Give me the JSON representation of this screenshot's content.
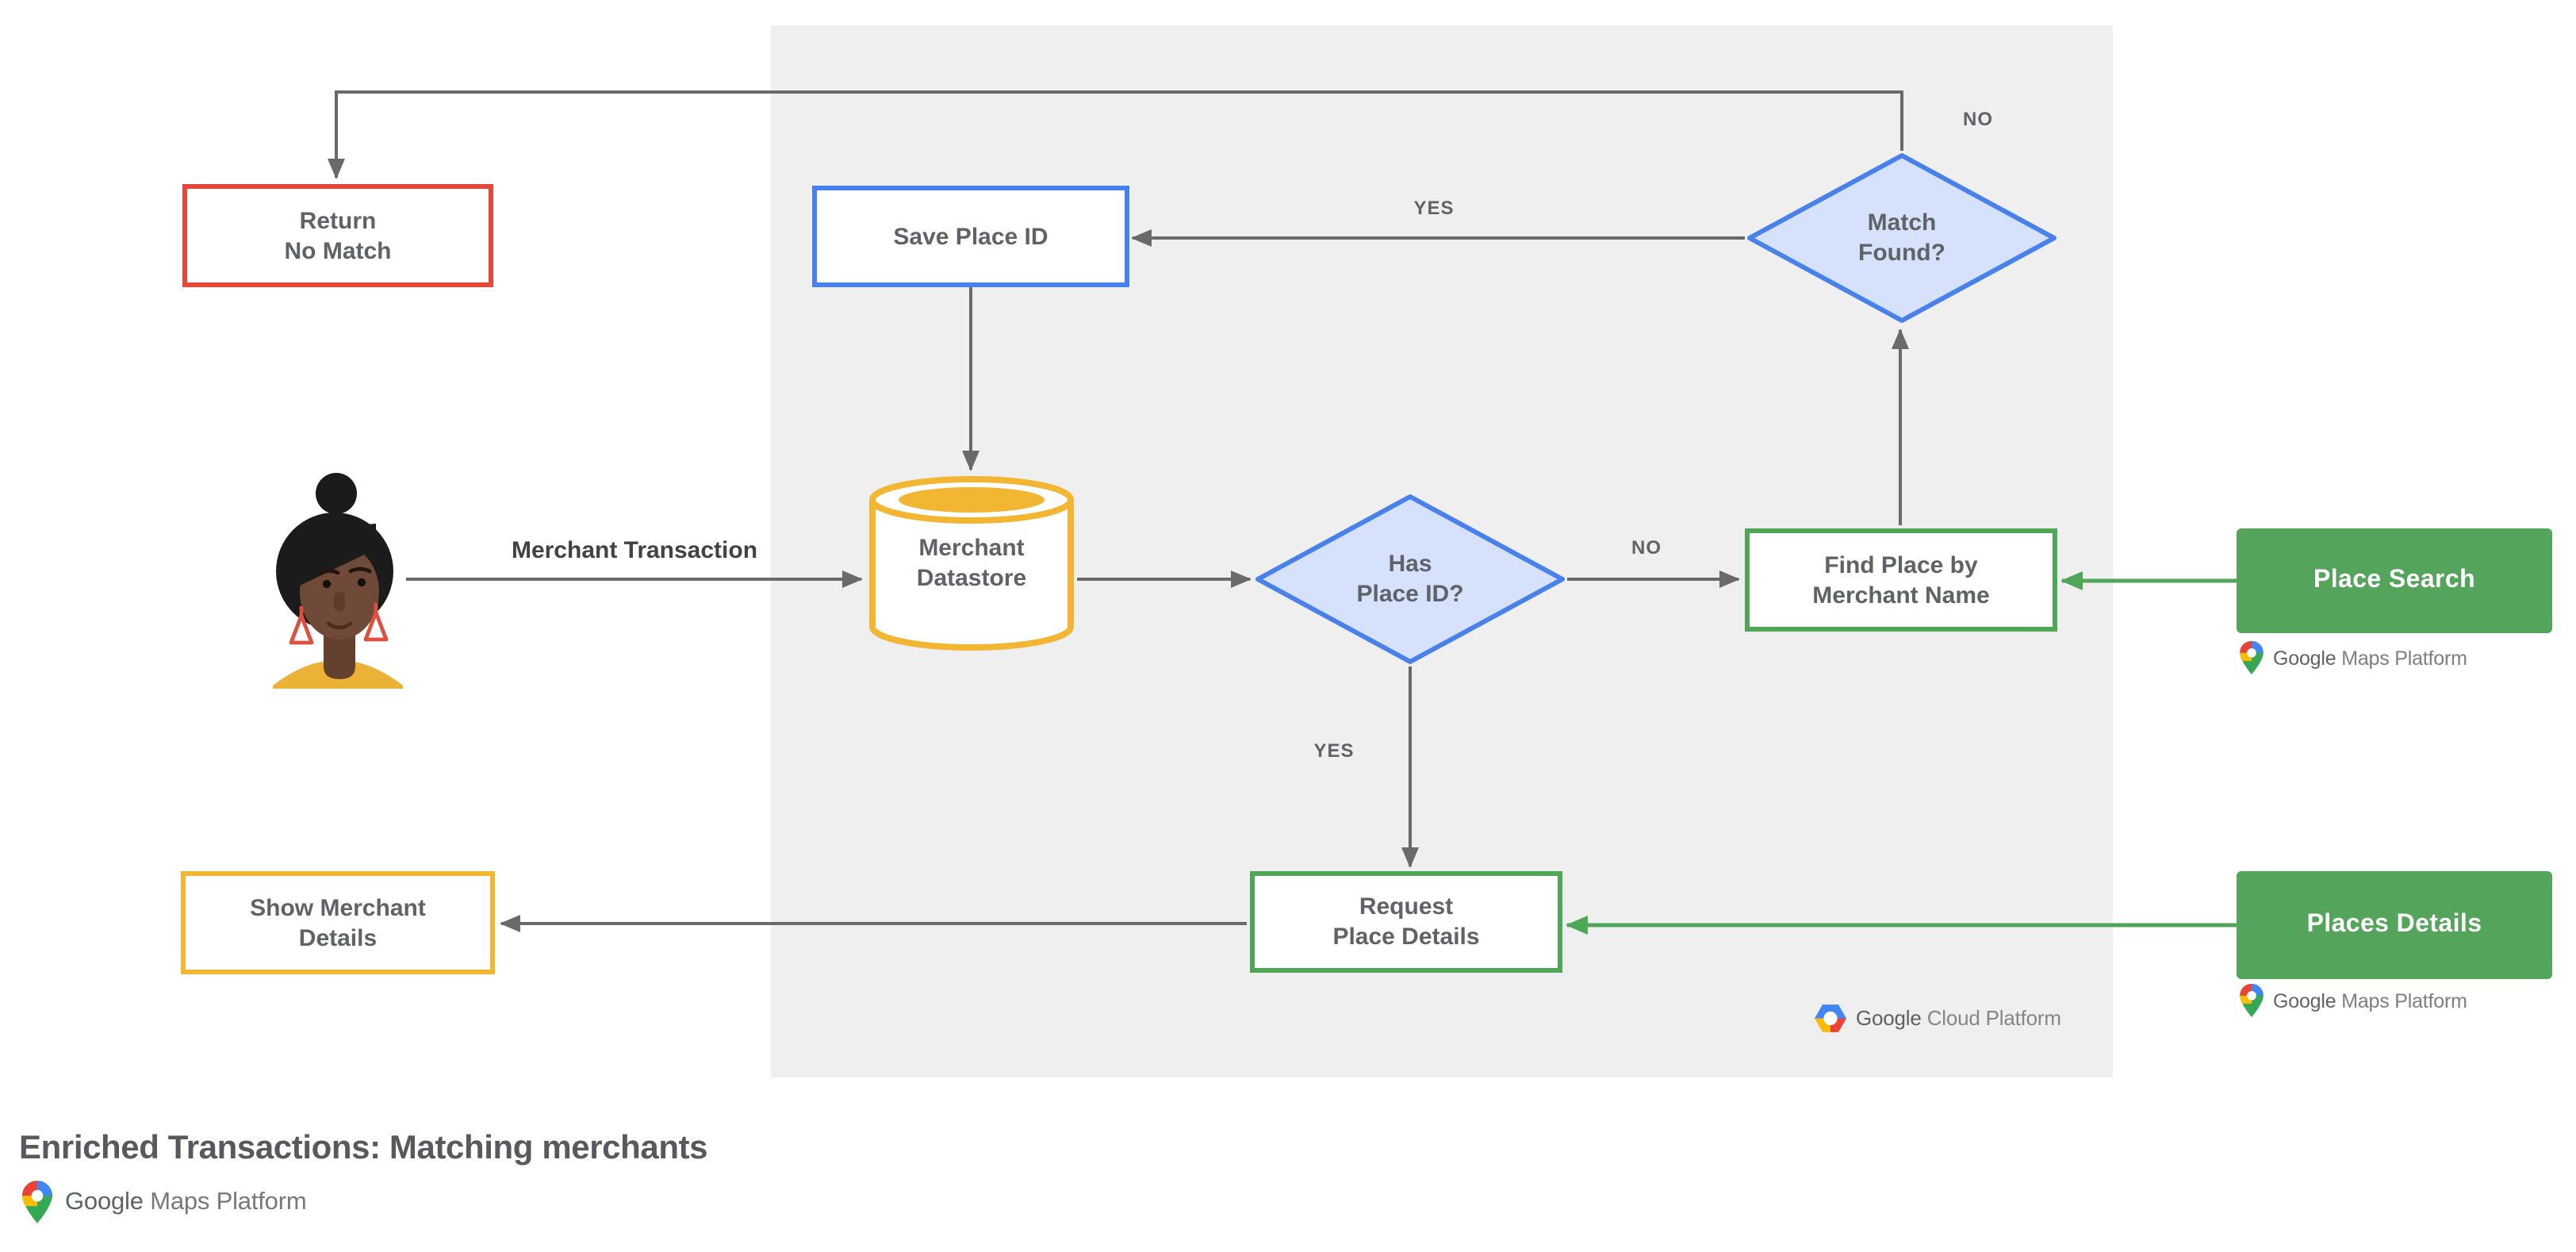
{
  "title": "Enriched Transactions: Matching merchants",
  "nodes": {
    "return_no_match": {
      "lines": [
        "Return",
        "No Match"
      ],
      "border_color": "#E3483A"
    },
    "save_place_id": {
      "label": "Save Place ID",
      "border_color": "#4880EC"
    },
    "match_found": {
      "lines": [
        "Match",
        "Found?"
      ],
      "fill": "#D6E2FB",
      "border_color": "#4880EC"
    },
    "merchant_datastore": {
      "lines": [
        "Merchant",
        "Datastore"
      ],
      "border_color": "#F2B632"
    },
    "has_place_id": {
      "lines": [
        "Has",
        "Place ID?"
      ],
      "fill": "#D6E2FB",
      "border_color": "#4880EC"
    },
    "find_place": {
      "lines": [
        "Find Place by",
        "Merchant Name"
      ],
      "border_color": "#4FA657"
    },
    "place_search": {
      "label": "Place Search",
      "fill": "#54A45C"
    },
    "request_place_details": {
      "lines": [
        "Request",
        "Place Details"
      ],
      "border_color": "#4FA657"
    },
    "places_details": {
      "label": "Places Details",
      "fill": "#54A45C"
    },
    "show_merchant_details": {
      "lines": [
        "Show Merchant",
        "Details"
      ],
      "border_color": "#F2B632"
    }
  },
  "edge_labels": {
    "transaction": "Merchant Transaction",
    "match_yes": "YES",
    "match_no": "NO",
    "has_no": "NO",
    "has_yes": "YES"
  },
  "edges": [
    {
      "from": "customer",
      "to": "merchant_datastore",
      "label": "Merchant Transaction"
    },
    {
      "from": "merchant_datastore",
      "to": "has_place_id",
      "label": ""
    },
    {
      "from": "has_place_id",
      "to": "find_place",
      "label": "NO"
    },
    {
      "from": "has_place_id",
      "to": "request_place_details",
      "label": "YES"
    },
    {
      "from": "find_place",
      "to": "match_found",
      "label": ""
    },
    {
      "from": "match_found",
      "to": "save_place_id",
      "label": "YES"
    },
    {
      "from": "match_found",
      "to": "return_no_match",
      "label": "NO"
    },
    {
      "from": "save_place_id",
      "to": "merchant_datastore",
      "label": ""
    },
    {
      "from": "place_search",
      "to": "find_place",
      "label": ""
    },
    {
      "from": "places_details",
      "to": "request_place_details",
      "label": ""
    },
    {
      "from": "request_place_details",
      "to": "show_merchant_details",
      "label": ""
    }
  ],
  "logos": {
    "maps": {
      "google": "Google",
      "rest": "Maps Platform"
    },
    "cloud": {
      "google": "Google",
      "rest": "Cloud Platform"
    }
  },
  "colors": {
    "red": "#E3483A",
    "blue": "#4880EC",
    "diamond_fill": "#D6E2FB",
    "yellow": "#F2B632",
    "green_fill": "#54A45C",
    "green_line": "#4FA657",
    "panel": "#EFEFEF",
    "arrow": "#6A6A6A",
    "node_text": "#5F6368",
    "title_text": "#58595C",
    "pin_red": "#EA4335",
    "pin_blue": "#4285F4",
    "pin_yellow": "#FBBC04",
    "pin_green": "#34A853"
  }
}
